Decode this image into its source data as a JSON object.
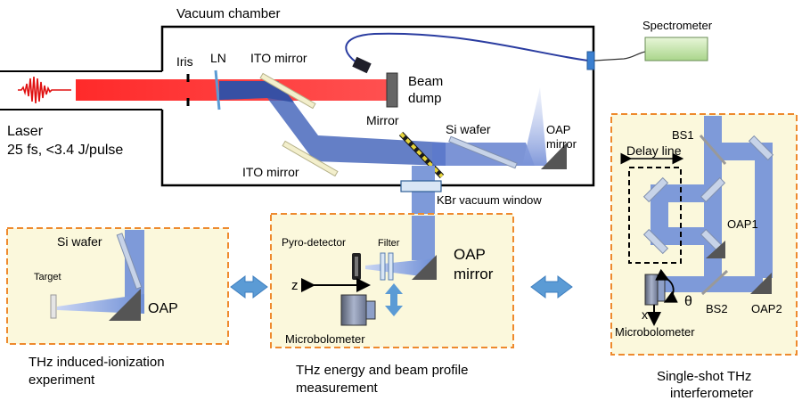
{
  "chamber": {
    "title": "Vacuum chamber",
    "spectrometer": "Spectrometer",
    "iris": "Iris",
    "ln": "LN",
    "ito_mirror_top": "ITO mirror",
    "ito_mirror_bottom": "ITO mirror",
    "beam_dump_line1": "Beam",
    "beam_dump_line2": "dump",
    "mirror": "Mirror",
    "si_wafer": "Si wafer",
    "oap_line1": "OAP",
    "oap_line2": "mirror",
    "kbr_window": "KBr vacuum window"
  },
  "laser": {
    "line1": "Laser",
    "line2": "25 fs,  <3.4 J/pulse"
  },
  "panel_left": {
    "si_wafer": "Si wafer",
    "target": "Target",
    "oap": "OAP",
    "caption_line1": "THz induced-ionization",
    "caption_line2": "experiment"
  },
  "panel_middle": {
    "pyro_detector": "Pyro-detector",
    "filter": "Filter",
    "oap_line1": "OAP",
    "oap_line2": "mirror",
    "z_axis": "z",
    "microbolometer": "Microbolometer",
    "caption_line1": "THz energy and beam profile",
    "caption_line2": "measurement"
  },
  "panel_right": {
    "bs1": "BS1",
    "delay_line": "Delay line",
    "oap1": "OAP1",
    "x_axis": "x",
    "theta": "θ",
    "bs2": "BS2",
    "oap2": "OAP2",
    "microbolometer": "Microbolometer",
    "caption_line1": "Single-shot THz",
    "caption_line2": "interferometer"
  },
  "colors": {
    "laser_red": "#ff1f1f",
    "thz_blue": "#6f8fd6",
    "panel_fill": "#fbf8dc",
    "panel_border": "#ee8a2e",
    "arrow_blue": "#5b9bd5"
  }
}
